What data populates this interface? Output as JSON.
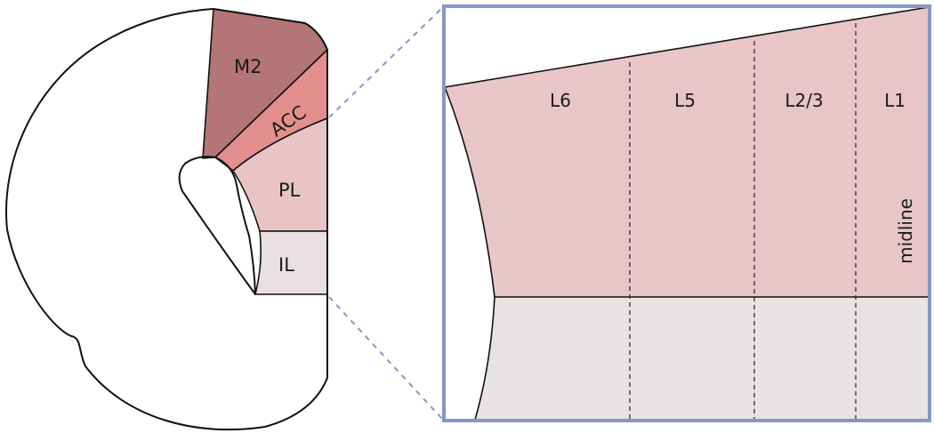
{
  "colors": {
    "m2": "#b37575",
    "acc": "#e48f8e",
    "pl": "#e8c4c7",
    "il": "#e9e1e1",
    "zoom_frame": "#8497c6",
    "zoom_top": "#e7c5c9",
    "zoom_bottom": "#e8e3e3"
  },
  "regions": {
    "m2": "M2",
    "acc": "ACC",
    "pl": "PL",
    "il": "IL"
  },
  "zoom": {
    "layers": [
      "L6",
      "L5",
      "L2/3",
      "L1"
    ],
    "midline": "midline"
  }
}
